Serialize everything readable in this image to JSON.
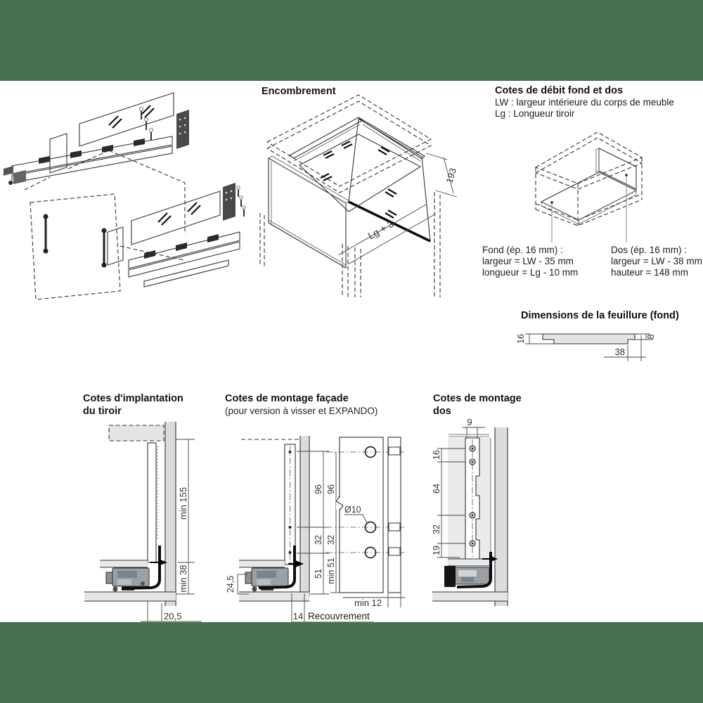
{
  "page": {
    "band_color": "#47704F",
    "background": "#ffffff"
  },
  "encombrement": {
    "title": "Encombrement",
    "dim_height": "193",
    "dim_length": "Lg + 3"
  },
  "cotes_debit": {
    "title": "Cotes de débit fond et dos",
    "legend_line1": "LW : largeur intérieure du corps de meuble",
    "legend_line2": "Lg : Longueur tiroir",
    "fond_title": "Fond (ép. 16 mm) :",
    "fond_line1": "largeur = LW - 35 mm",
    "fond_line2": "longueur = Lg - 10 mm",
    "dos_title": "Dos (ép. 16 mm) :",
    "dos_line1": "largeur = LW - 38 mm",
    "dos_line2": "hauteur = 148 mm"
  },
  "feuillure": {
    "title": "Dimensions de la feuillure (fond)",
    "dim_left": "16",
    "dim_width": "38",
    "dim_right": "8"
  },
  "implantation": {
    "title_line1": "Cotes d'implantation",
    "title_line2": "du tiroir",
    "dim_min155": "min 155",
    "dim_min38": "min 38",
    "dim_offset": "20,5"
  },
  "montage_facade": {
    "title": "Cotes de montage façade",
    "subtitle": "(pour version à visser et EXPANDO)",
    "side_chain": [
      "96",
      "32",
      "51"
    ],
    "front_chain": [
      "96",
      "32",
      "min 51"
    ],
    "dim_hole": "Ø10",
    "dim_24_5": "24,5",
    "dim_14": "14",
    "label_recouvrement": "Recouvrement",
    "dim_min12": "min 12"
  },
  "montage_dos": {
    "title_line1": "Cotes de montage",
    "title_line2": "dos",
    "dim_9": "9",
    "chain": [
      "16",
      "64",
      "32",
      "19"
    ]
  }
}
